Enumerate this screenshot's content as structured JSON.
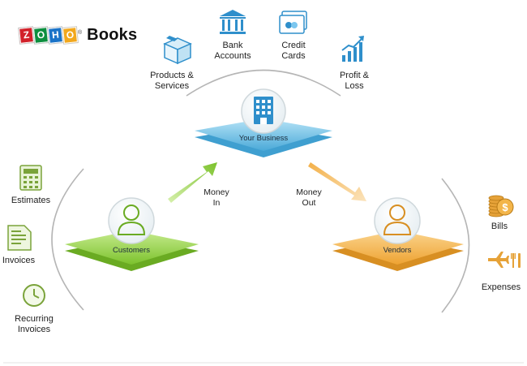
{
  "brand": {
    "letters": [
      "Z",
      "O",
      "H",
      "O"
    ],
    "letter_colors": [
      "#d2212a",
      "#0d8f3f",
      "#1a73c8",
      "#f2a81d"
    ],
    "reg_mark": "®",
    "product": "Books"
  },
  "top_items": [
    {
      "icon": "products-box-icon",
      "label": "Products &\nServices"
    },
    {
      "icon": "bank-icon",
      "label": "Bank\nAccounts"
    },
    {
      "icon": "credit-card-icon",
      "label": "Credit\nCards"
    },
    {
      "icon": "profit-chart-icon",
      "label": "Profit &\nLoss"
    }
  ],
  "left_items": [
    {
      "icon": "calculator-icon",
      "label": "Estimates"
    },
    {
      "icon": "invoice-icon",
      "label": "Invoices"
    },
    {
      "icon": "clock-icon",
      "label": "Recurring\nInvoices"
    }
  ],
  "right_items": [
    {
      "icon": "coins-icon",
      "label": "Bills"
    },
    {
      "icon": "travel-icon",
      "label": "Expenses"
    }
  ],
  "platforms": {
    "business": "Your Business",
    "customers": "Customers",
    "vendors": "Vendors"
  },
  "flows": {
    "money_in": "Money\nIn",
    "money_out": "Money\nOut"
  },
  "colors": {
    "business": "#4fb8e6",
    "customers": "#8ccf3c",
    "vendors": "#f0b24a",
    "arc": "#b5b5b5"
  }
}
